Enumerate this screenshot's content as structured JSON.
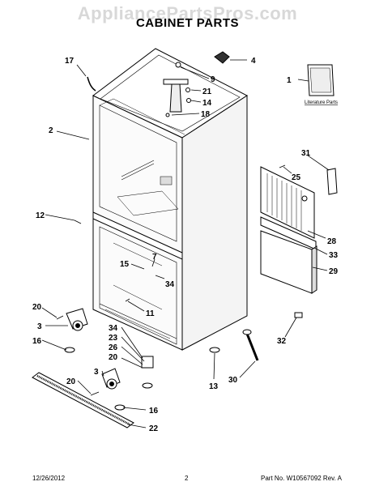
{
  "watermark": "AppliancePartsPros.com",
  "title": "CABINET PARTS",
  "literature_label": "Literature Parts",
  "callouts": [
    {
      "id": "c17",
      "label": "17"
    },
    {
      "id": "c4",
      "label": "4"
    },
    {
      "id": "c9",
      "label": "9"
    },
    {
      "id": "c21",
      "label": "21"
    },
    {
      "id": "c14",
      "label": "14"
    },
    {
      "id": "c18",
      "label": "18"
    },
    {
      "id": "c1",
      "label": "1"
    },
    {
      "id": "c2",
      "label": "2"
    },
    {
      "id": "c31",
      "label": "31"
    },
    {
      "id": "c25",
      "label": "25"
    },
    {
      "id": "c12",
      "label": "12"
    },
    {
      "id": "c28",
      "label": "28"
    },
    {
      "id": "c33",
      "label": "33"
    },
    {
      "id": "c7",
      "label": "7"
    },
    {
      "id": "c15",
      "label": "15"
    },
    {
      "id": "c34a",
      "label": "34"
    },
    {
      "id": "c29",
      "label": "29"
    },
    {
      "id": "c20a",
      "label": "20"
    },
    {
      "id": "c11",
      "label": "11"
    },
    {
      "id": "c3a",
      "label": "3"
    },
    {
      "id": "c34b",
      "label": "34"
    },
    {
      "id": "c23",
      "label": "23"
    },
    {
      "id": "c16a",
      "label": "16"
    },
    {
      "id": "c26",
      "label": "26"
    },
    {
      "id": "c32",
      "label": "32"
    },
    {
      "id": "c20b",
      "label": "20"
    },
    {
      "id": "c3b",
      "label": "3"
    },
    {
      "id": "c20c",
      "label": "20"
    },
    {
      "id": "c13",
      "label": "13"
    },
    {
      "id": "c30",
      "label": "30"
    },
    {
      "id": "c16b",
      "label": "16"
    },
    {
      "id": "c22",
      "label": "22"
    }
  ],
  "footer": {
    "date": "12/26/2012",
    "page": "2",
    "part_info": "Part No. W10567092  Rev. A"
  }
}
